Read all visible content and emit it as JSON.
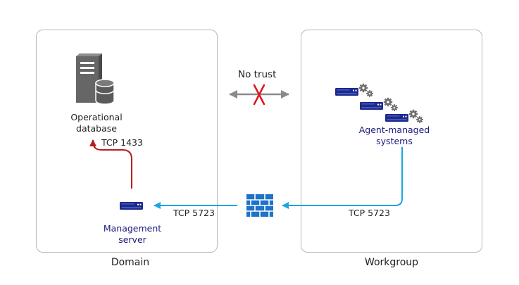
{
  "diagram": {
    "domain_label": "Domain",
    "workgroup_label": "Workgroup",
    "no_trust_label": "No trust",
    "operational_database_label": [
      "Operational",
      "database"
    ],
    "management_server_label": [
      "Management",
      "server"
    ],
    "agent_managed_label": [
      "Agent-managed",
      "systems"
    ],
    "tcp_1433_label": "TCP 1433",
    "tcp_5723_left_label": "TCP 5723",
    "tcp_5723_right_label": "TCP 5723"
  },
  "colors": {
    "panel_border": "#b9b9b9",
    "server_navy": "#1c2a8c",
    "db_gray": "#666666",
    "firewall_blue": "#1e73c8",
    "cyan_arrow": "#1aa6e0",
    "red_arrow": "#b51f1f",
    "gray_arrow": "#8a8a8a",
    "no_trust_x": "#e0121b",
    "gear_gray": "#6e6e6e",
    "navy_text": "#1a1a7e"
  }
}
